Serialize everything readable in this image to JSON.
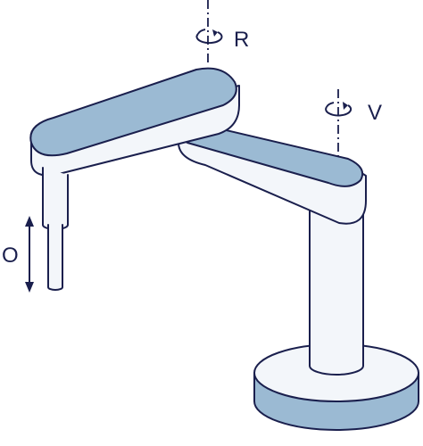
{
  "labels": {
    "rotation_r": "R",
    "rotation_v": "V",
    "translation_o": "O"
  },
  "colors": {
    "outline": "#1a1f4d",
    "fill_light": "#f3f6fa",
    "fill_blue": "#9bbad3",
    "axis": "#1a1f4d"
  }
}
